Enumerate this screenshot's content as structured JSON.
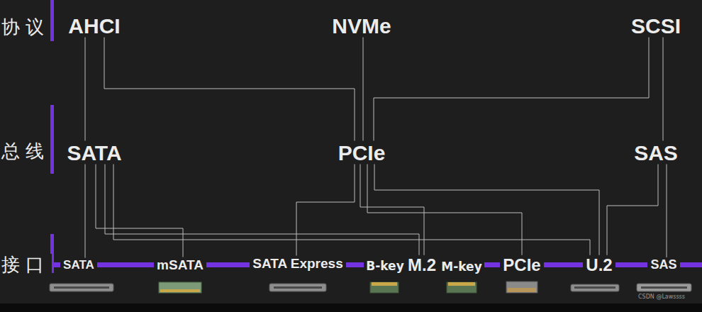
{
  "diagram": {
    "nodes": [
      {
        "text": [
          "AHCI"
        ]
      },
      {
        "text": [
          "NVMe"
        ]
      },
      {
        "text": [
          "SCSI"
        ]
      },
      {
        "text": [
          "SATA"
        ]
      },
      {
        "text": [
          "PCIe"
        ]
      },
      {
        "text": [
          "SAS"
        ]
      },
      {
        "text": [
          "SATA"
        ]
      },
      {
        "text": [
          "mSATA"
        ]
      },
      {
        "text": [
          "SATA Express"
        ]
      },
      {
        "text": [
          "M.2"
        ]
      },
      {
        "text": [
          "PCIe"
        ]
      },
      {
        "text": [
          "U.2"
        ]
      },
      {
        "text": [
          "SAS"
        ]
      }
    ],
    "edges": [
      {
        "from": 0,
        "to": 3,
        "arrow": "none"
      },
      {
        "from": 0,
        "to": 4,
        "arrow": "none"
      },
      {
        "from": 1,
        "to": 4,
        "arrow": "none"
      },
      {
        "from": 2,
        "to": 4,
        "arrow": "none"
      },
      {
        "from": 2,
        "to": 5,
        "arrow": "none"
      },
      {
        "from": 3,
        "to": 6,
        "arrow": "none"
      },
      {
        "from": 3,
        "to": 7,
        "arrow": "none"
      },
      {
        "from": 3,
        "to": 9,
        "arrow": "none"
      },
      {
        "from": 3,
        "to": 11,
        "arrow": "none"
      },
      {
        "from": 4,
        "to": 8,
        "arrow": "none"
      },
      {
        "from": 4,
        "to": 9,
        "arrow": "none"
      },
      {
        "from": 4,
        "to": 10,
        "arrow": "none"
      },
      {
        "from": 4,
        "to": 11,
        "arrow": "none"
      },
      {
        "from": 5,
        "to": 11,
        "arrow": "none"
      },
      {
        "from": 5,
        "to": 12,
        "arrow": "none"
      }
    ],
    "labels": [
      "协议",
      "总线",
      "接口",
      "B-key",
      "M-key",
      "CSDN @Lawssss"
    ]
  }
}
